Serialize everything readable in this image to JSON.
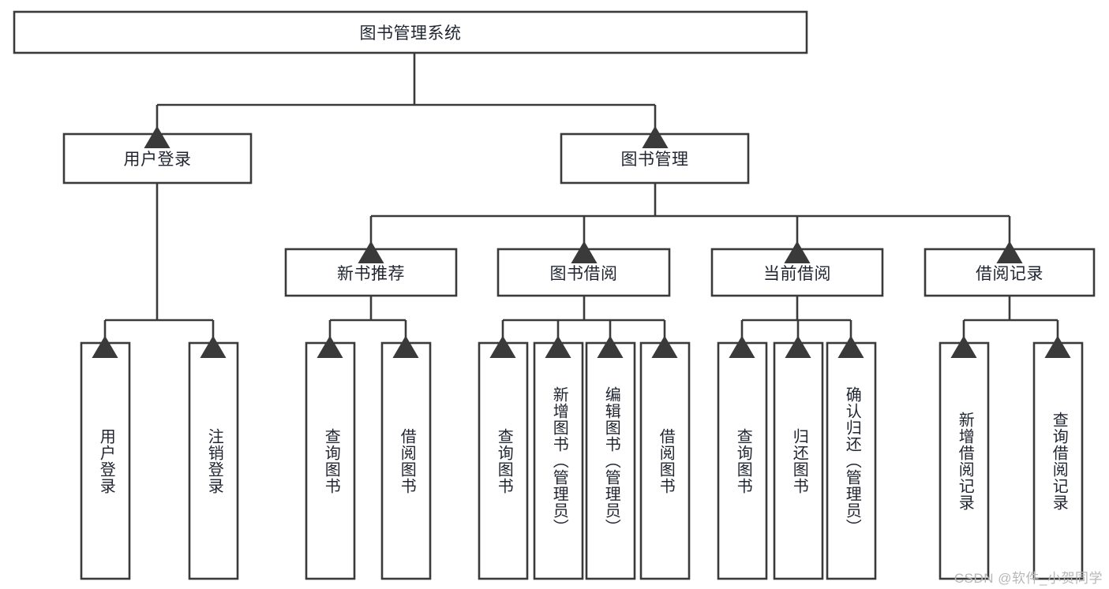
{
  "diagram": {
    "type": "hierarchy-tree",
    "title": "图书管理系统",
    "watermark": "CSDN @软件_小贺同学",
    "colors": {
      "stroke": "#3a3a3a",
      "fill": "#ffffff",
      "text": "#1f2430",
      "watermark": "#b7b7b7",
      "background": "#ffffff"
    },
    "root": {
      "label": "图书管理系统"
    },
    "level2": [
      {
        "label": "用户登录"
      },
      {
        "label": "图书管理"
      }
    ],
    "level3": [
      {
        "label": "新书推荐"
      },
      {
        "label": "图书借阅"
      },
      {
        "label": "当前借阅"
      },
      {
        "label": "借阅记录"
      }
    ],
    "leaves": {
      "user_login": [
        {
          "label": "用户登录"
        },
        {
          "label": "注销登录"
        }
      ],
      "new_book_recommend": [
        {
          "label": "查询图书"
        },
        {
          "label": "借阅图书"
        }
      ],
      "book_borrow": [
        {
          "label": "查询图书"
        },
        {
          "label": "新增图书（管理员）"
        },
        {
          "label": "编辑图书（管理员）"
        },
        {
          "label": "借阅图书"
        }
      ],
      "current_borrow": [
        {
          "label": "查询图书"
        },
        {
          "label": "归还图书"
        },
        {
          "label": "确认归还（管理员）"
        }
      ],
      "borrow_records": [
        {
          "label": "新增借阅记录"
        },
        {
          "label": "查询借阅记录"
        }
      ]
    }
  }
}
